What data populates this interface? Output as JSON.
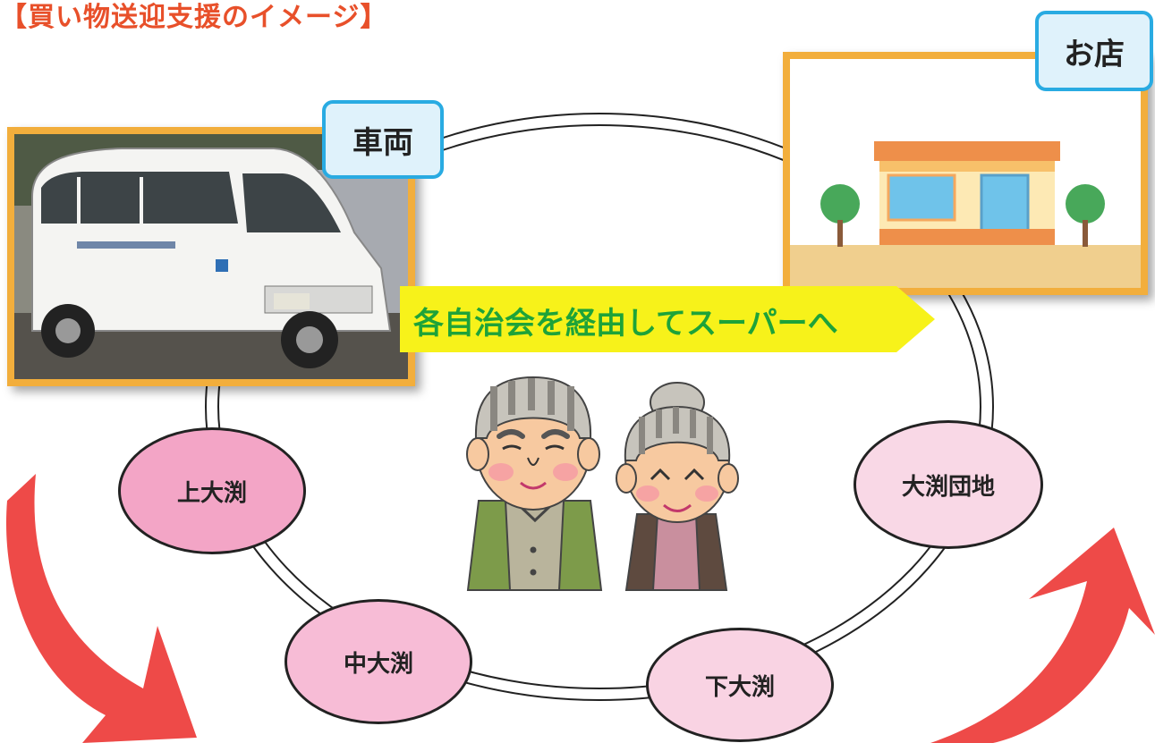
{
  "title": "【買い物送迎支援のイメージ】",
  "vehicle_tag": "車両",
  "store_tag": "お店",
  "route_banner": "各自治会を経由してスーパーへ",
  "stops": {
    "kami": "上大渕",
    "naka": "中大渕",
    "shimo": "下大渕",
    "danchi": "大渕団地"
  },
  "colors": {
    "title": "#e8502a",
    "frame": "#f2ae3c",
    "tag_border": "#29abe2",
    "tag_fill": "#dff2fb",
    "banner_fill": "#f7f21a",
    "banner_text": "#1ea339",
    "stop_fill_dark": "#f3a5c6",
    "stop_fill_light": "#f9d3e3",
    "arrow": "#ee4a48"
  },
  "icons": [
    "van-photo",
    "store-illustration",
    "elderly-man",
    "elderly-woman",
    "curved-arrow-down",
    "curved-arrow-up"
  ]
}
